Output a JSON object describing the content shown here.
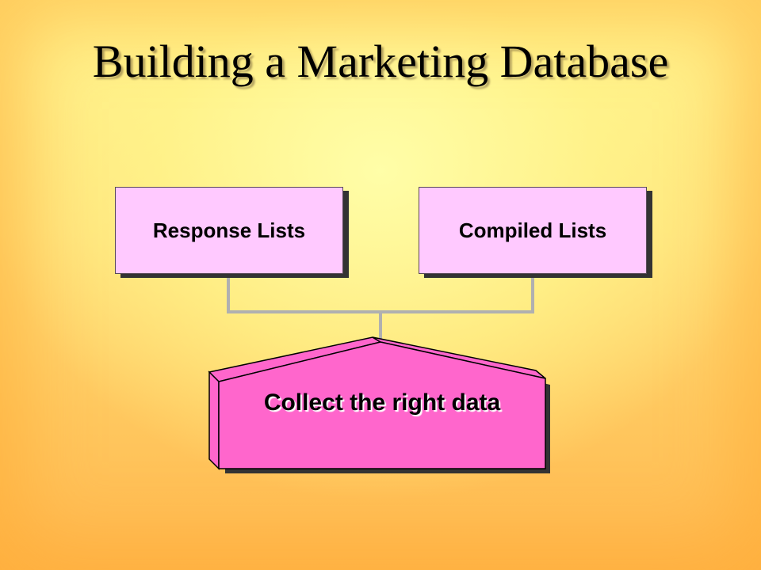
{
  "slide": {
    "title": "Building a Marketing Database"
  },
  "diagram": {
    "sources": [
      {
        "label": "Response Lists"
      },
      {
        "label": "Compiled Lists"
      }
    ],
    "target": {
      "label": "Collect the right data"
    }
  },
  "colors": {
    "source_box_fill": "#ffc9ff",
    "target_fill": "#ff66cc",
    "connector": "#b0b0b0",
    "shadow": "#333333"
  }
}
